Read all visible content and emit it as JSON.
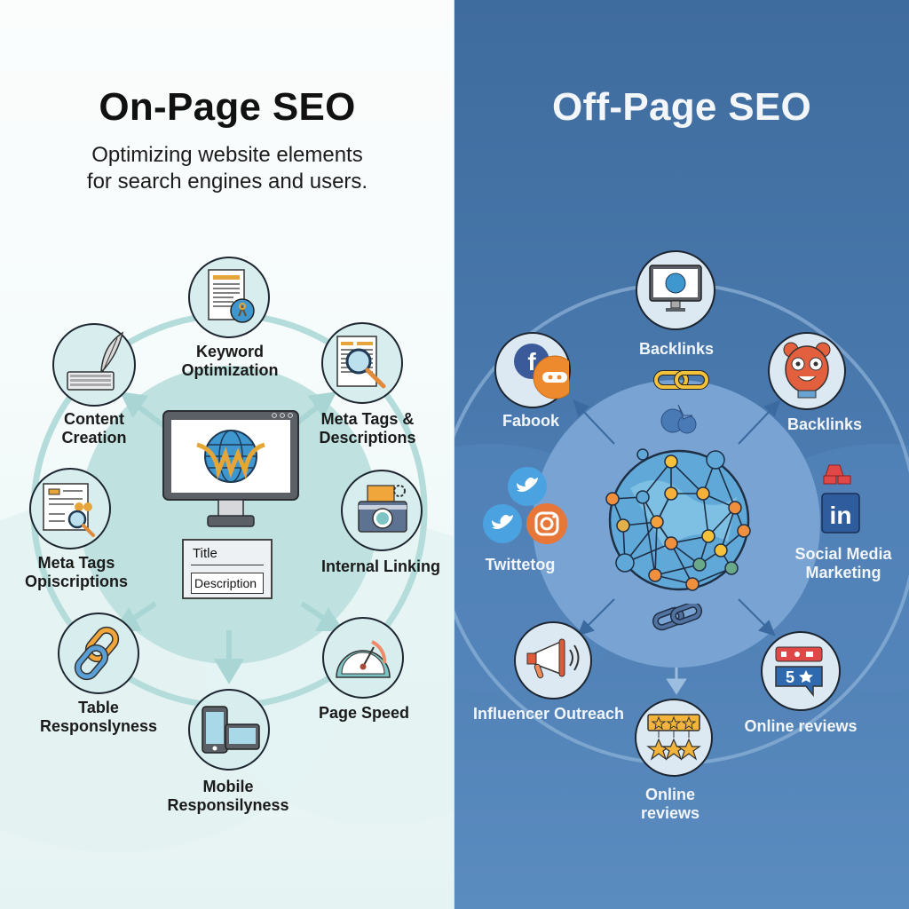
{
  "left_panel": {
    "title": "On-Page SEO",
    "subtitle_line1": "Optimizing website elements",
    "subtitle_line2": "for search engines and users.",
    "center": {
      "icon": "monitor-globe-icon",
      "card_title": "Title",
      "card_description": "Description"
    },
    "nodes": [
      {
        "id": "keyword",
        "icon": "document-keyword-icon",
        "label_line1": "Keyword",
        "label_line2": "Optimization"
      },
      {
        "id": "content",
        "icon": "quill-keyboard-icon",
        "label_line1": "Content",
        "label_line2": "Creation"
      },
      {
        "id": "meta-tags",
        "icon": "document-magnifier-icon",
        "label_line1": "Meta Tags &",
        "label_line2": "Descriptions"
      },
      {
        "id": "meta-tags-2",
        "icon": "document-tags-magnifier-icon",
        "label_line1": "Meta Tags",
        "label_line2": "Opiscriptions"
      },
      {
        "id": "internal-linking",
        "icon": "camera-gear-icon",
        "label_line1": "Internal Linking",
        "label_line2": ""
      },
      {
        "id": "table-responsiveness",
        "icon": "chain-link-icon",
        "label_line1": "Table",
        "label_line2": "Responslyness"
      },
      {
        "id": "page-speed",
        "icon": "speedometer-icon",
        "label_line1": "Page Speed",
        "label_line2": ""
      },
      {
        "id": "mobile",
        "icon": "phone-tablet-icon",
        "label_line1": "Mobile",
        "label_line2": "Responsilyness"
      }
    ],
    "colors": {
      "accent": "#a9d6d4",
      "ring": "#b7dedd",
      "center": "#bfe2e0",
      "orange": "#f0a63a",
      "blue": "#4a9bd1"
    }
  },
  "right_panel": {
    "title": "Off-Page SEO",
    "center": {
      "icon": "network-globe-icon"
    },
    "nodes": [
      {
        "id": "backlinks-top",
        "icon": "monitor-globe-icon",
        "label_line1": "Backlinks",
        "label_line2": ""
      },
      {
        "id": "facebook",
        "icon": "facebook-chat-icon",
        "label_line1": "Fabook",
        "label_line2": ""
      },
      {
        "id": "backlinks-right",
        "icon": "mascot-icon",
        "label_line1": "Backlinks",
        "label_line2": ""
      },
      {
        "id": "twitter",
        "icon": "twitter-instagram-icon",
        "label_line1": "Twittetog",
        "label_line2": ""
      },
      {
        "id": "social-media",
        "icon": "linkedin-icon",
        "label_line1": "Social Media",
        "label_line2": "Marketing"
      },
      {
        "id": "influencer",
        "icon": "megaphone-icon",
        "label_line1": "Influencer Outreach",
        "label_line2": ""
      },
      {
        "id": "online-reviews-right",
        "icon": "review-bubble-icon",
        "label_line1": "Online reviews",
        "label_line2": ""
      },
      {
        "id": "online-reviews-bottom",
        "icon": "star-rating-icon",
        "label_line1": "Online",
        "label_line2": "reviews"
      }
    ],
    "review_score": "5",
    "colors": {
      "background": "#4573a6",
      "ring": "#8fb3d8",
      "center": "#78a3d2",
      "gold": "#f2c23a",
      "linkedin": "#2f5c9c"
    }
  }
}
